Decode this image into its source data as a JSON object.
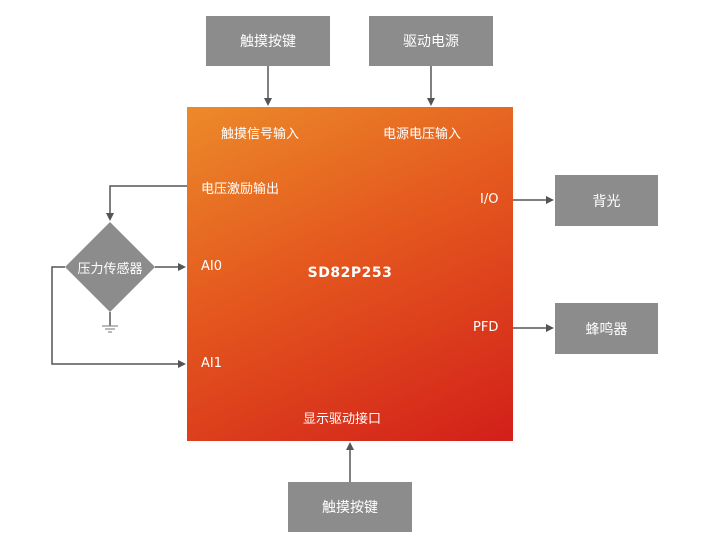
{
  "chip": {
    "name": "SD82P253",
    "touch_input": "触摸信号输入",
    "power_input": "电源电压输入",
    "voltage_output": "电压激励输出",
    "io": "I/O",
    "ai0": "AI0",
    "pfd": "PFD",
    "ai1": "AI1",
    "display": "显示驱动接口"
  },
  "blocks": {
    "touch_key_top": "触摸按键",
    "drive_power": "驱动电源",
    "backlight": "背光",
    "buzzer": "蜂鸣器",
    "pressure_sensor": "压力传感器",
    "touch_key_bottom": "触摸按键"
  },
  "colors": {
    "block": "#8c8c8c",
    "chip_top": "#ec8a2a",
    "chip_bottom": "#d21f1a",
    "line": "#555555"
  }
}
